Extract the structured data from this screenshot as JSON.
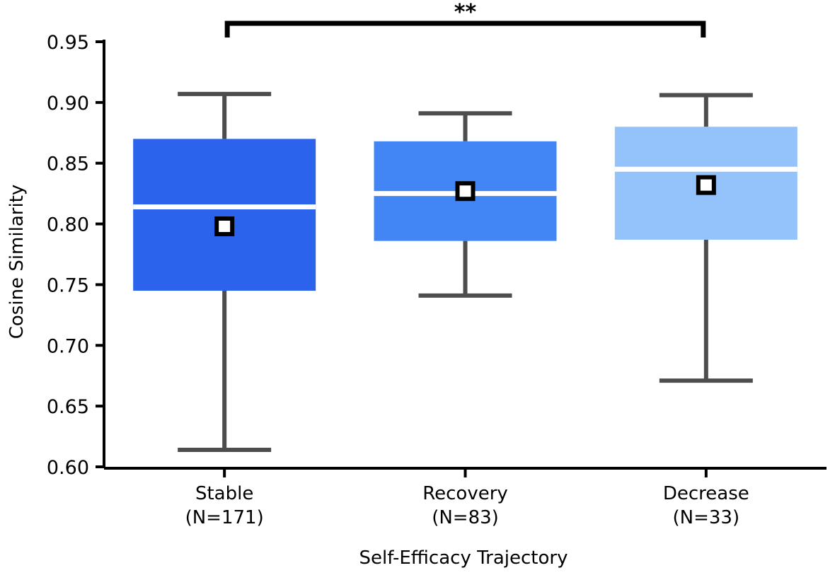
{
  "chart_data": {
    "type": "box",
    "title": "",
    "xlabel": "Self-Efficacy Trajectory",
    "ylabel": "Cosine Similarity",
    "ylim": [
      0.6,
      0.95
    ],
    "ytick_labels": [
      "0.95",
      "0.90",
      "0.85",
      "0.80",
      "0.75",
      "0.70",
      "0.65",
      "0.60"
    ],
    "ytick_values": [
      0.95,
      0.9,
      0.85,
      0.8,
      0.75,
      0.7,
      0.65,
      0.6
    ],
    "grid": false,
    "legend": "none",
    "categories": [
      "Stable",
      "Recovery",
      "Decrease"
    ],
    "category_counts": [
      171,
      83,
      33
    ],
    "category_labels_line1": [
      "Stable",
      "Recovery",
      "Decrease"
    ],
    "category_labels_line2": [
      "(N=171)",
      "(N=83)",
      "(N=33)"
    ],
    "boxes": [
      {
        "name": "Stable",
        "n": 171,
        "whisker_low": 0.614,
        "q1": 0.745,
        "median": 0.814,
        "q3": 0.87,
        "whisker_high": 0.907,
        "mean": 0.798,
        "color": "#2C63EC"
      },
      {
        "name": "Recovery",
        "n": 83,
        "whisker_low": 0.741,
        "q1": 0.786,
        "median": 0.825,
        "q3": 0.868,
        "whisker_high": 0.891,
        "mean": 0.827,
        "color": "#4285F4"
      },
      {
        "name": "Decrease",
        "n": 33,
        "whisker_low": 0.671,
        "q1": 0.787,
        "median": 0.845,
        "q3": 0.88,
        "whisker_high": 0.906,
        "mean": 0.832,
        "color": "#94C2FB"
      }
    ],
    "annotations": [
      {
        "label": "**",
        "from_category": "Stable",
        "to_category": "Decrease",
        "kind": "significance-bracket"
      }
    ],
    "colors": {
      "box_stable": "#2C63EC",
      "box_recovery": "#4285F4",
      "box_decrease": "#94C2FB",
      "whisker": "#4D4D4D",
      "median": "#FFFFFF",
      "mean_face": "#FFFFFF",
      "mean_edge": "#000000",
      "axis": "#000000",
      "bracket": "#000000"
    }
  }
}
